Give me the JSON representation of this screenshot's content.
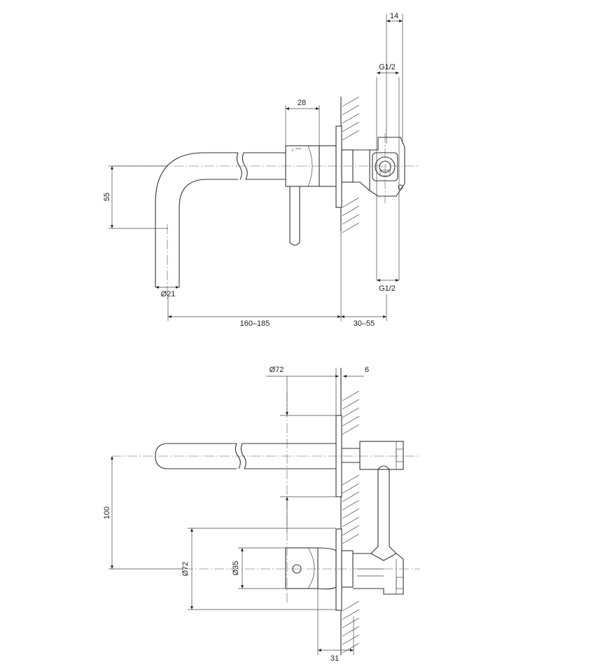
{
  "dimensions": {
    "top_view": {
      "d14": "14",
      "g_top": "G1/2",
      "d28": "28",
      "d55": "55",
      "dia21": "Ø21",
      "g_bottom": "G1/2",
      "d160_185": "160–185",
      "d30_55": "30–55"
    },
    "front_view": {
      "dia72_top": "Ø72",
      "d6": "6",
      "d100": "100",
      "dia72_left": "Ø72",
      "dia35": "Ø35",
      "d31": "31"
    }
  },
  "colors": {
    "line": "#333333",
    "background": "#ffffff"
  }
}
